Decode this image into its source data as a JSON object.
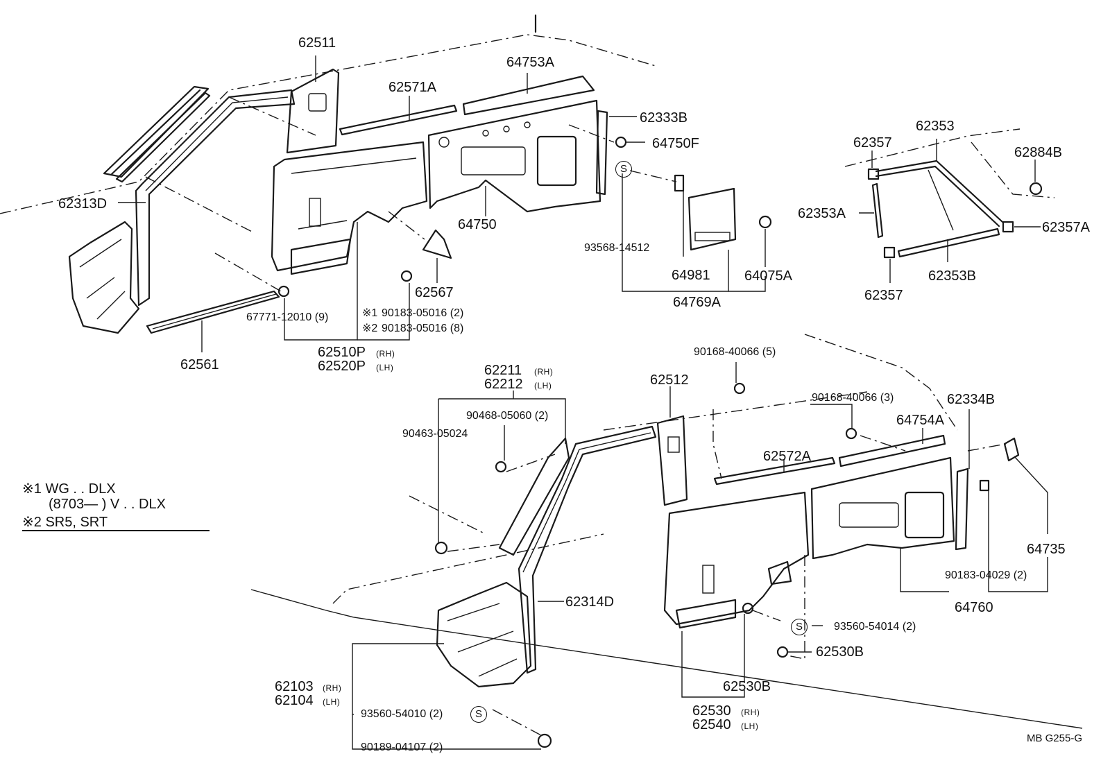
{
  "labels": {
    "p62511": "62511",
    "p62571A": "62571A",
    "p64753A": "64753A",
    "p62333B": "62333B",
    "p64750F": "64750F",
    "p62313D": "62313D",
    "p64750": "64750",
    "p93568": "93568-14512",
    "p64981": "64981",
    "p64075A": "64075A",
    "p64769A": "64769A",
    "p62567": "62567",
    "p67771": "67771-12010 (9)",
    "p90183a": "90183-05016 (2)",
    "p90183b": "90183-05016 (8)",
    "p62510P": "62510P",
    "p62520P": "62520P",
    "p62561": "62561",
    "p62357top": "62357",
    "p62353": "62353",
    "p62884B": "62884B",
    "p62353A": "62353A",
    "p62357A": "62357A",
    "p62357bot": "62357",
    "p62353B": "62353B",
    "p90168a": "90168-40066 (5)",
    "p62512": "62512",
    "p90168b": "90168-40066 (3)",
    "p62334B": "62334B",
    "p62211": "62211",
    "p62212": "62212",
    "p90468": "90468-05060 (2)",
    "p64754A": "64754A",
    "p90463": "90463-05024",
    "p62572A": "62572A",
    "p64735": "64735",
    "p90183c": "90183-04029 (2)",
    "p64760": "64760",
    "p62314D": "62314D",
    "p93560a": "93560-54014 (2)",
    "p62530Ba": "62530B",
    "p62530Bb": "62530B",
    "p62103": "62103",
    "p62104": "62104",
    "p93560b": "93560-54010 (2)",
    "p90189": "90189-04107 (2)",
    "p62530": "62530",
    "p62540": "62540"
  },
  "tags": {
    "rh": "(RH)",
    "lh": "(LH)"
  },
  "marks": {
    "note1": "※1",
    "note2": "※2",
    "s": "S"
  },
  "legend": {
    "line1": "※1 WG . . DLX",
    "line2": "(8703—          ) V . . DLX",
    "line3": "※2 SR5, SRT"
  },
  "ref": "MB  G255-G",
  "colors": {
    "ink": "#1a1a1a",
    "paper": "#ffffff"
  }
}
